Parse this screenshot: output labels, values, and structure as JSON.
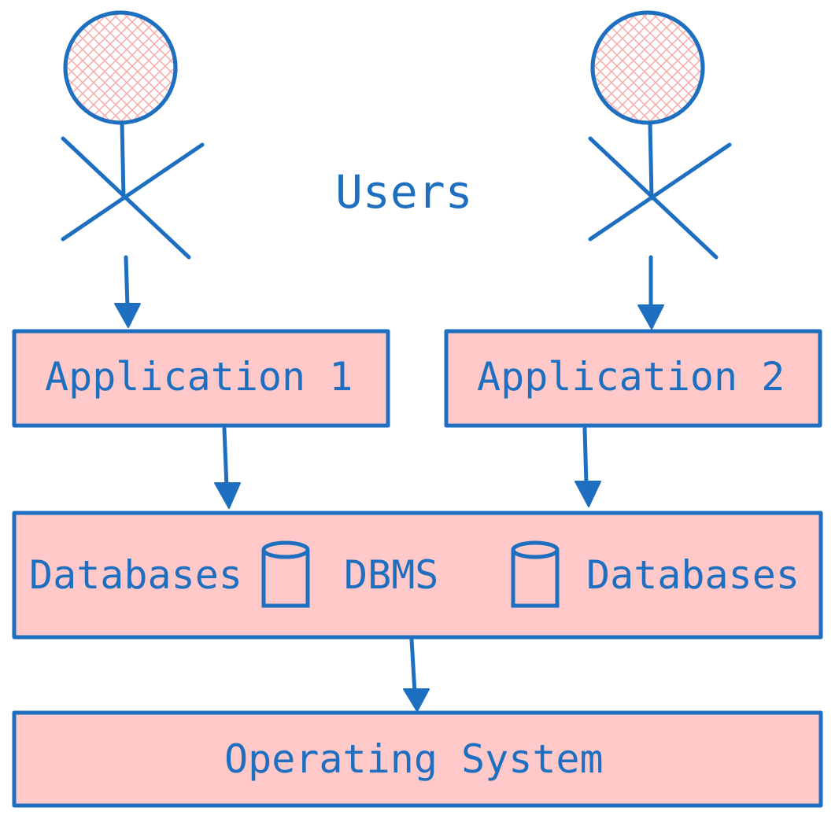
{
  "users_label": "Users",
  "applications": [
    "Application 1",
    "Application 2"
  ],
  "dbms": {
    "left_label": "Databases",
    "center_label": "DBMS",
    "right_label": "Databases"
  },
  "os_label": "Operating System",
  "colors": {
    "stroke": "#1e6fc0",
    "fill": "#ffc9c9",
    "background": "#ffffff"
  },
  "icons": [
    "user-icon",
    "user-icon",
    "database-icon",
    "database-icon"
  ]
}
